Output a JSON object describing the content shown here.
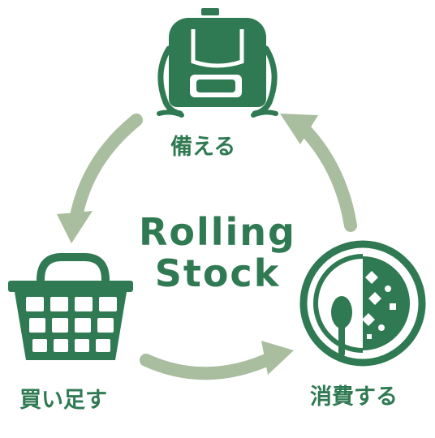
{
  "diagram": {
    "title_line1": "Rolling",
    "title_line2": "Stock",
    "steps": [
      {
        "label": "備える",
        "icon": "backpack-icon"
      },
      {
        "label": "消費する",
        "icon": "plate-with-food-and-spoon-icon"
      },
      {
        "label": "買い足す",
        "icon": "shopping-basket-icon"
      }
    ],
    "colors": {
      "icon_green": "#2f7a52",
      "arrow_sage": "#a9bd9f",
      "background": "#ffffff"
    }
  }
}
